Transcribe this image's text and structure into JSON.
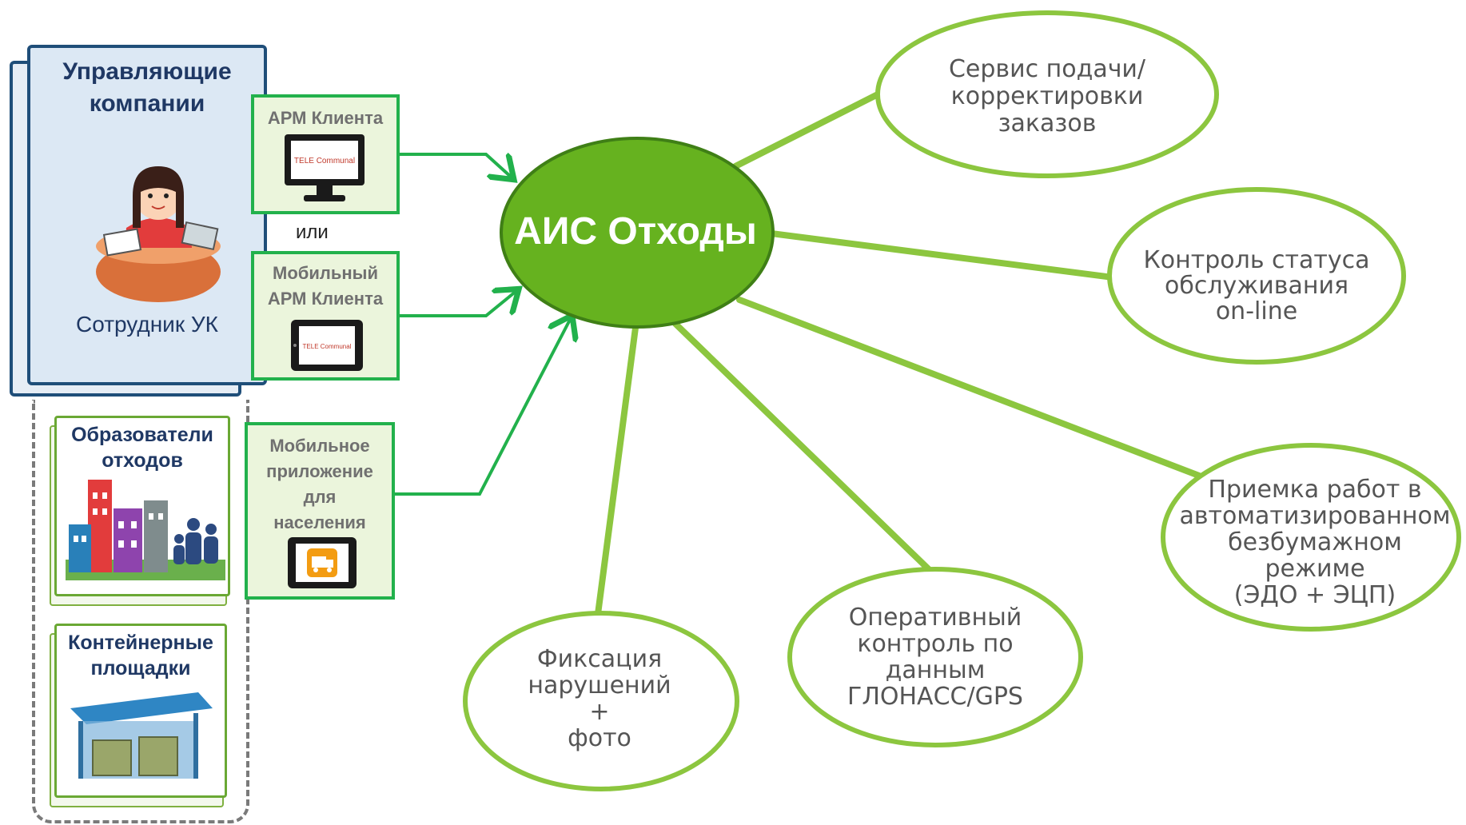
{
  "center": {
    "label": "АИС Отходы"
  },
  "management": {
    "title": "Управляющие\nкомпании",
    "caption": "Сотрудник УК"
  },
  "sources": [
    {
      "title": "Образователи\nотходов"
    },
    {
      "title": "Контейнерные\nплощадки"
    }
  ],
  "channels": [
    {
      "label": "АРМ Клиента",
      "device_text": "TELE Communal"
    },
    {
      "label": "Мобильный\nАРМ Клиента",
      "device_text": "TELE Communal"
    },
    {
      "label": "Мобильное\nприложение\nдля\nнаселения"
    }
  ],
  "or_label": "или",
  "features": [
    {
      "label": "Сервис подачи/\nкорректировки\nзаказов"
    },
    {
      "label": "Контроль статуса\nобслуживания\non-line"
    },
    {
      "label": "Приемка работ в\nавтоматизированном\nбезбумажном\nрежиме\n(ЭДО + ЭЦП)"
    },
    {
      "label": "Оперативный\nконтроль по\nданным\nГЛОНАСС/GPS"
    },
    {
      "label": "Фиксация\nнарушений\n+\nфото"
    }
  ],
  "colors": {
    "center_fill": "#66b21f",
    "node_border": "#8cc63f",
    "connector": "#8cc63f",
    "arrow": "#22b14c",
    "uk_border": "#1f4e79",
    "heading_text": "#1f3864"
  },
  "icons": [
    "woman-at-desk-icon",
    "buildings-and-family-icon",
    "container-site-icon",
    "monitor-icon",
    "tablet-icon",
    "garbage-truck-app-icon"
  ]
}
